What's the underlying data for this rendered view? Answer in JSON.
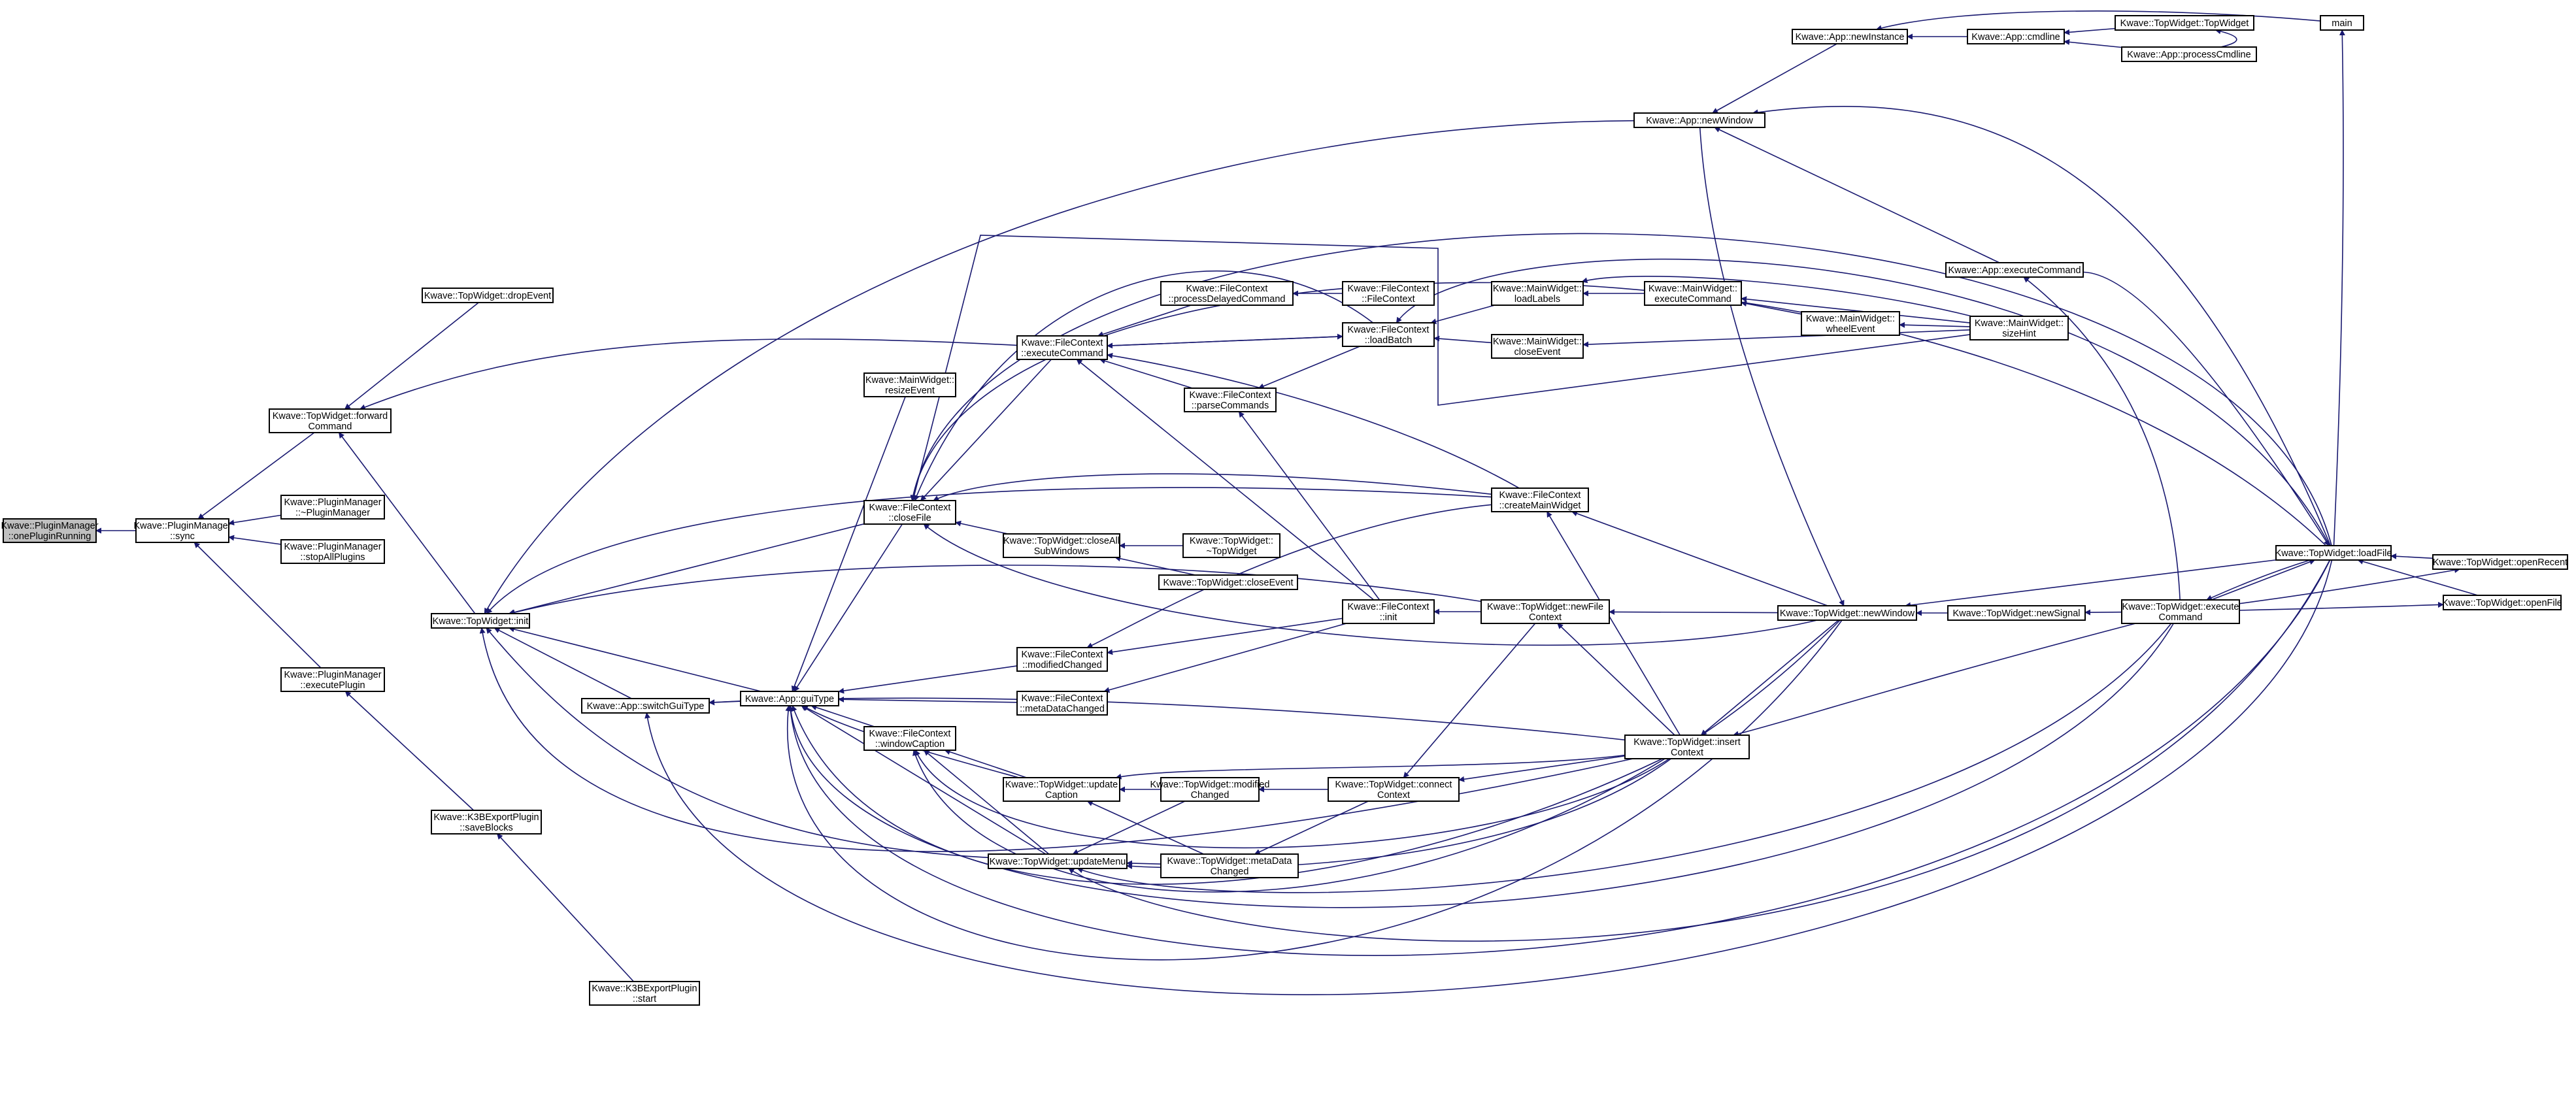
{
  "colors": {
    "edge": "#191970",
    "node_border": "#000000",
    "node_fill": "#ffffff",
    "root_fill": "#bfbfbf"
  },
  "nodes": {
    "n_onePluginRunning": [
      "Kwave::PluginManager",
      "::onePluginRunning"
    ],
    "n_pm_sync": [
      "Kwave::PluginManager",
      "::sync"
    ],
    "n_tw_forward": [
      "Kwave::TopWidget::forward",
      "Command"
    ],
    "n_pm_dtor": [
      "Kwave::PluginManager",
      "::~PluginManager"
    ],
    "n_pm_stop": [
      "Kwave::PluginManager",
      "::stopAllPlugins"
    ],
    "n_pm_exec": [
      "Kwave::PluginManager",
      "::executePlugin"
    ],
    "n_tw_drop": [
      "Kwave::TopWidget::dropEvent"
    ],
    "n_tw_init": [
      "Kwave::TopWidget::init"
    ],
    "n_k3b_save": [
      "Kwave::K3BExportPlugin",
      "::saveBlocks"
    ],
    "n_k3b_start": [
      "Kwave::K3BExportPlugin",
      "::start"
    ],
    "n_app_switch": [
      "Kwave::App::switchGuiType"
    ],
    "n_app_gui": [
      "Kwave::App::guiType"
    ],
    "n_mw_resize": [
      "Kwave::MainWidget::",
      "resizeEvent"
    ],
    "n_fc_close": [
      "Kwave::FileContext",
      "::closeFile"
    ],
    "n_fc_exec": [
      "Kwave::FileContext",
      "::executeCommand"
    ],
    "n_fc_wincap": [
      "Kwave::FileContext",
      "::windowCaption"
    ],
    "n_fc_modchg": [
      "Kwave::FileContext",
      "::modifiedChanged"
    ],
    "n_fc_metachg": [
      "Kwave::FileContext",
      "::metaDataChanged"
    ],
    "n_fc_procdel": [
      "Kwave::FileContext",
      "::processDelayedCommand"
    ],
    "n_fc_parse": [
      "Kwave::FileContext",
      "::parseCommands"
    ],
    "n_tw_closeall": [
      "Kwave::TopWidget::closeAll",
      "SubWindows"
    ],
    "n_tw_closeevt": [
      "Kwave::TopWidget::closeEvent"
    ],
    "n_tw_dtor": [
      "Kwave::TopWidget::",
      "~TopWidget"
    ],
    "n_tw_updcap": [
      "Kwave::TopWidget::update",
      "Caption"
    ],
    "n_tw_updmenu": [
      "Kwave::TopWidget::updateMenu"
    ],
    "n_tw_modchg": [
      "Kwave::TopWidget::modified",
      "Changed"
    ],
    "n_tw_metachg": [
      "Kwave::TopWidget::metaData",
      "Changed"
    ],
    "n_fc_ctor": [
      "Kwave::FileContext",
      "::FileContext"
    ],
    "n_fc_loadbatch": [
      "Kwave::FileContext",
      "::loadBatch"
    ],
    "n_fc_init": [
      "Kwave::FileContext",
      "::init"
    ],
    "n_tw_connect": [
      "Kwave::TopWidget::connect",
      "Context"
    ],
    "n_mw_loadlabels": [
      "Kwave::MainWidget::",
      "loadLabels"
    ],
    "n_mw_close": [
      "Kwave::MainWidget::",
      "closeEvent"
    ],
    "n_fc_createmw": [
      "Kwave::FileContext",
      "::createMainWidget"
    ],
    "n_tw_newfile": [
      "Kwave::TopWidget::newFile",
      "Context"
    ],
    "n_tw_insert": [
      "Kwave::TopWidget::insert",
      "Context"
    ],
    "n_mw_exec": [
      "Kwave::MainWidget::",
      "executeCommand"
    ],
    "n_mw_wheel": [
      "Kwave::MainWidget::",
      "wheelEvent"
    ],
    "n_app_newwin": [
      "Kwave::App::newWindow"
    ],
    "n_app_newinst": [
      "Kwave::App::newInstance"
    ],
    "n_tw_newwin": [
      "Kwave::TopWidget::newWindow"
    ],
    "n_app_exec": [
      "Kwave::App::executeCommand"
    ],
    "n_mw_sizehint": [
      "Kwave::MainWidget::",
      "sizeHint"
    ],
    "n_tw_newsignal": [
      "Kwave::TopWidget::newSignal"
    ],
    "n_app_cmdline": [
      "Kwave::App::cmdline"
    ],
    "n_tw_ctor": [
      "Kwave::TopWidget::TopWidget"
    ],
    "n_app_proccmd": [
      "Kwave::App::processCmdline"
    ],
    "n_tw_execute": [
      "Kwave::TopWidget::execute",
      "Command"
    ],
    "n_tw_loadfile": [
      "Kwave::TopWidget::loadFile"
    ],
    "n_main": [
      "main"
    ],
    "n_tw_openrecent": [
      "Kwave::TopWidget::openRecent"
    ],
    "n_tw_openfile": [
      "Kwave::TopWidget::openFile"
    ]
  }
}
